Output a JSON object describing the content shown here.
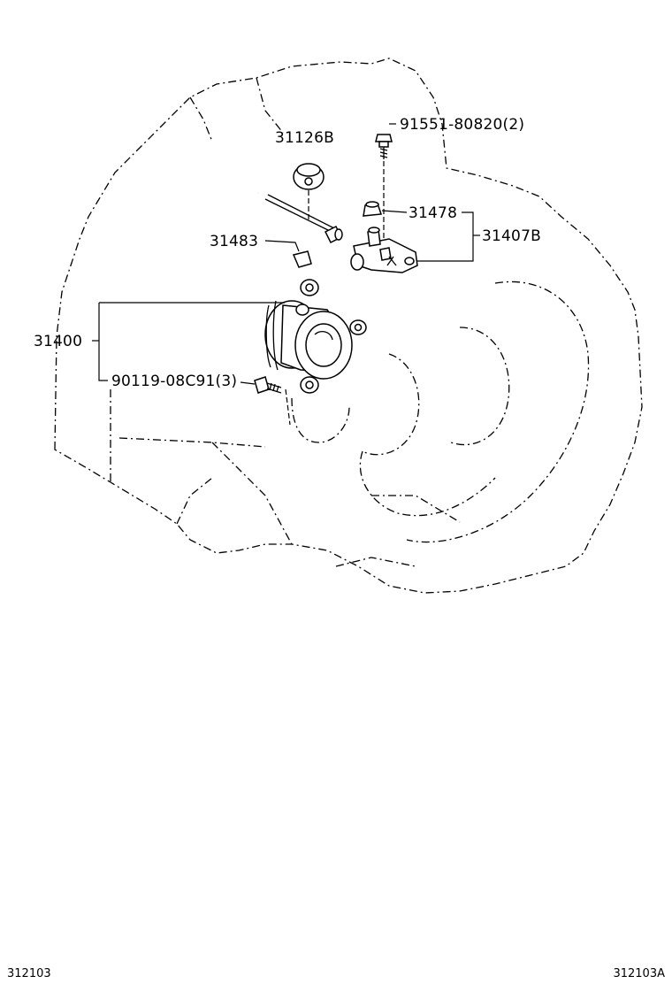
{
  "labels": {
    "p91551": "91551-80820(2)",
    "p31126b": "31126B",
    "p31478": "31478",
    "p31407b": "31407B",
    "p31483": "31483",
    "p31400": "31400",
    "p90119": "90119-08C91(3)"
  },
  "footer": {
    "left_code": "312103",
    "right_code": "312103A"
  }
}
